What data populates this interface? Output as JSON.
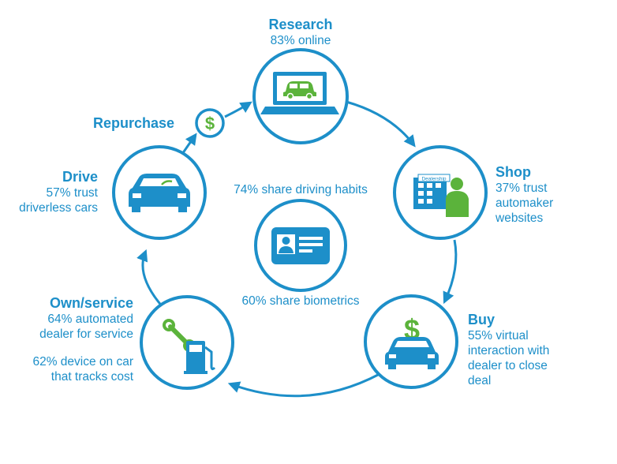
{
  "colors": {
    "blue": "#1d8fc9",
    "green": "#5bb33b",
    "white": "#ffffff"
  },
  "stages": {
    "research": {
      "title": "Research",
      "lines": [
        "83% online"
      ],
      "icon": "laptop-car-icon"
    },
    "shop": {
      "title": "Shop",
      "lines": [
        "37% trust",
        "automaker",
        "websites"
      ],
      "icon": "dealership-person-icon",
      "sign": "Dealership"
    },
    "buy": {
      "title": "Buy",
      "lines": [
        "55% virtual",
        "interaction with",
        "dealer to close",
        "deal"
      ],
      "icon": "car-dollar-icon",
      "symbol": "$"
    },
    "own": {
      "title": "Own/service",
      "lines": [
        "64% automated",
        "dealer for service",
        "62% device on car",
        "that tracks cost"
      ],
      "icon": "wrench-fuel-pump-icon"
    },
    "drive": {
      "title": "Drive",
      "lines": [
        "57% trust",
        "driverless cars"
      ],
      "icon": "car-front-icon"
    },
    "repurchase": {
      "title": "Repurchase",
      "icon": "dollar-coin-icon",
      "symbol": "$"
    }
  },
  "center": {
    "top_text": "74% share driving habits",
    "bottom_text": "60% share biometrics",
    "icon": "id-card-icon"
  }
}
